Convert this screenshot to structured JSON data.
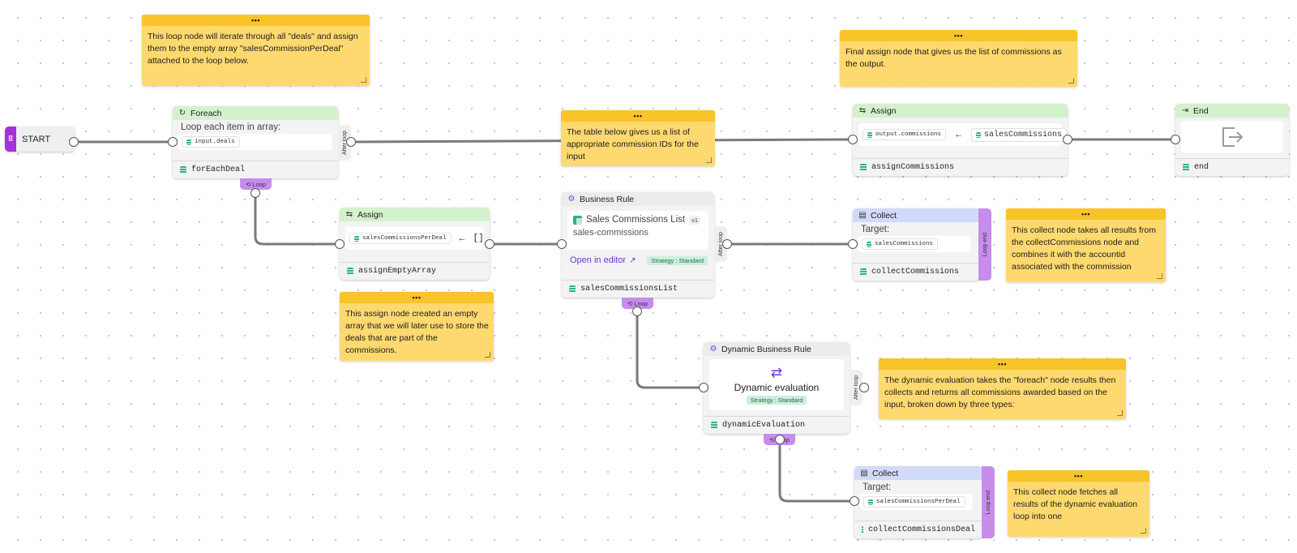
{
  "start": {
    "label": "START",
    "grip_icon": "grip-dots-icon"
  },
  "notes": {
    "loop": "This loop node will iterate through all \"deals\" and assign them to the empty array \"salesCommissionPerDeal\" attached to the loop below.",
    "table": "The table below gives us a list of appropriate commission IDs for the input",
    "final": "Final assign node that gives us the list of commissions as the output.",
    "assign_empty": "This assign node created an empty array that we will later use to store the deals that are part of the commissions.",
    "collect": "This collect node takes all results from the collectCommissions node and combines it with the accountid associated with the commission",
    "dynamic": "The dynamic evaluation takes the \"foreach\" node results then collects and returns all commissions awarded based on the input, broken down by three types:",
    "collect_deal": "This collect node fetches all results of the dynamic evaluation loop into one",
    "menu": "•••"
  },
  "nodes": {
    "foreach": {
      "title": "Foreach",
      "label": "Loop each item in array:",
      "chip": "input.deals",
      "footer": "forEachDeal",
      "side": "After loop",
      "loop_tab": "Loop"
    },
    "assign_main": {
      "title": "Assign",
      "left": "output.commissions",
      "arrow": "←",
      "right": "salesCommissions",
      "footer": "assignCommissions"
    },
    "end": {
      "title": "End",
      "footer": "end"
    },
    "assign_empty": {
      "title": "Assign",
      "left": "salesCommissionsPerDeal",
      "arrow": "←",
      "right": "[]",
      "footer": "assignEmptyArray"
    },
    "business_rule": {
      "title": "Business Rule",
      "table_name": "Sales Commissions List",
      "version": "v1",
      "key": "sales-commissions",
      "link": "Open in editor",
      "strategy": "Strategy : Standard",
      "footer": "salesCommissionsList",
      "side": "After loop",
      "loop_tab": "Loop"
    },
    "collect": {
      "title": "Collect",
      "label": "Target:",
      "chip": "salesCommissions",
      "footer": "collectCommissions",
      "side": "Loop end"
    },
    "dynamic": {
      "title": "Dynamic Business Rule",
      "label": "Dynamic evaluation",
      "strategy": "Strategy : Standard",
      "footer": "dynamicEvaluation",
      "side": "After loop",
      "loop_tab": "Loop"
    },
    "collect_deal": {
      "title": "Collect",
      "label": "Target:",
      "chip": "salesCommissionsPerDeal",
      "footer": "collectCommissionsDeal",
      "side": "Loop end"
    }
  },
  "colors": {
    "accent_purple": "#a431d9",
    "loop_purple": "#c78cec",
    "note_yellow": "#fdd96f",
    "note_header": "#f8c42a",
    "assign_header": "#d3f2cc",
    "collect_header": "#d1daf7"
  }
}
